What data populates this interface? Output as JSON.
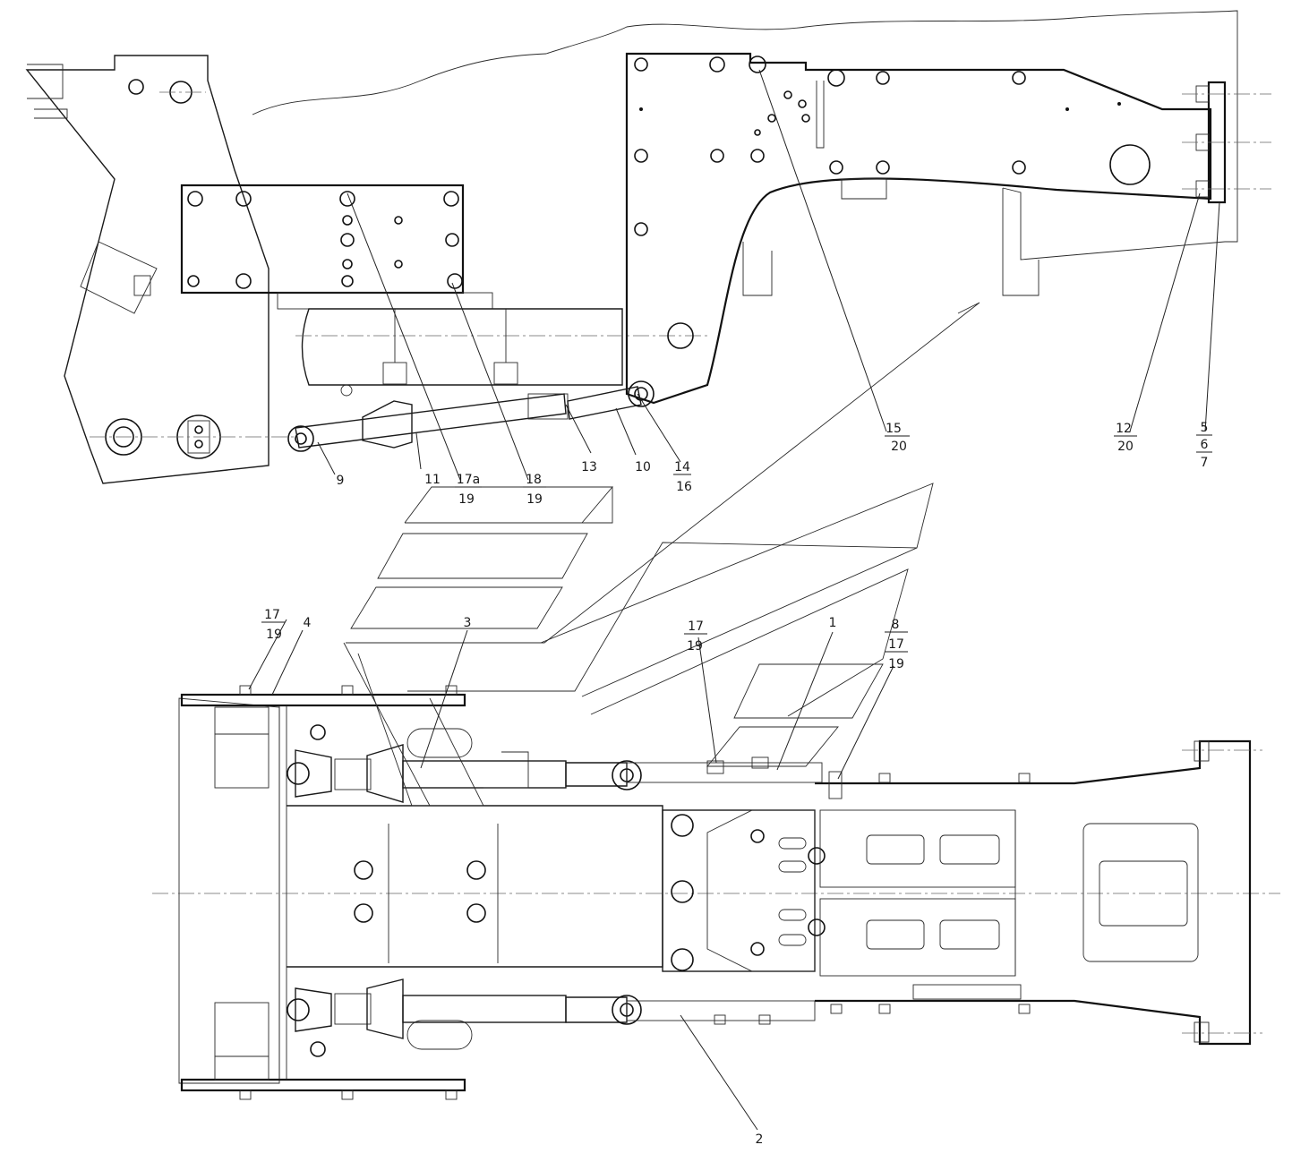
{
  "callouts": {
    "c1": "1",
    "c2": "2",
    "c3": "3",
    "c4": "4",
    "c8": "8",
    "c9": "9",
    "c10": "10",
    "c11": "11",
    "c13": "13",
    "c14_16": {
      "top": "14",
      "bottom": "16"
    },
    "c15_20": {
      "top": "15",
      "bottom": "20"
    },
    "c12_20": {
      "top": "12",
      "bottom": "20"
    },
    "c5_6_7": {
      "top": "5",
      "mid": "6",
      "bottom": "7"
    },
    "c17a_19": {
      "top": "17a",
      "bottom": "19"
    },
    "c18_19": {
      "top": "18",
      "bottom": "19"
    },
    "c17_19_left": {
      "top": "17",
      "bottom": "19"
    },
    "c17_19_mid": {
      "top": "17",
      "bottom": "19"
    },
    "c8_17_19": {
      "mid": "17",
      "bottom": "19"
    }
  }
}
